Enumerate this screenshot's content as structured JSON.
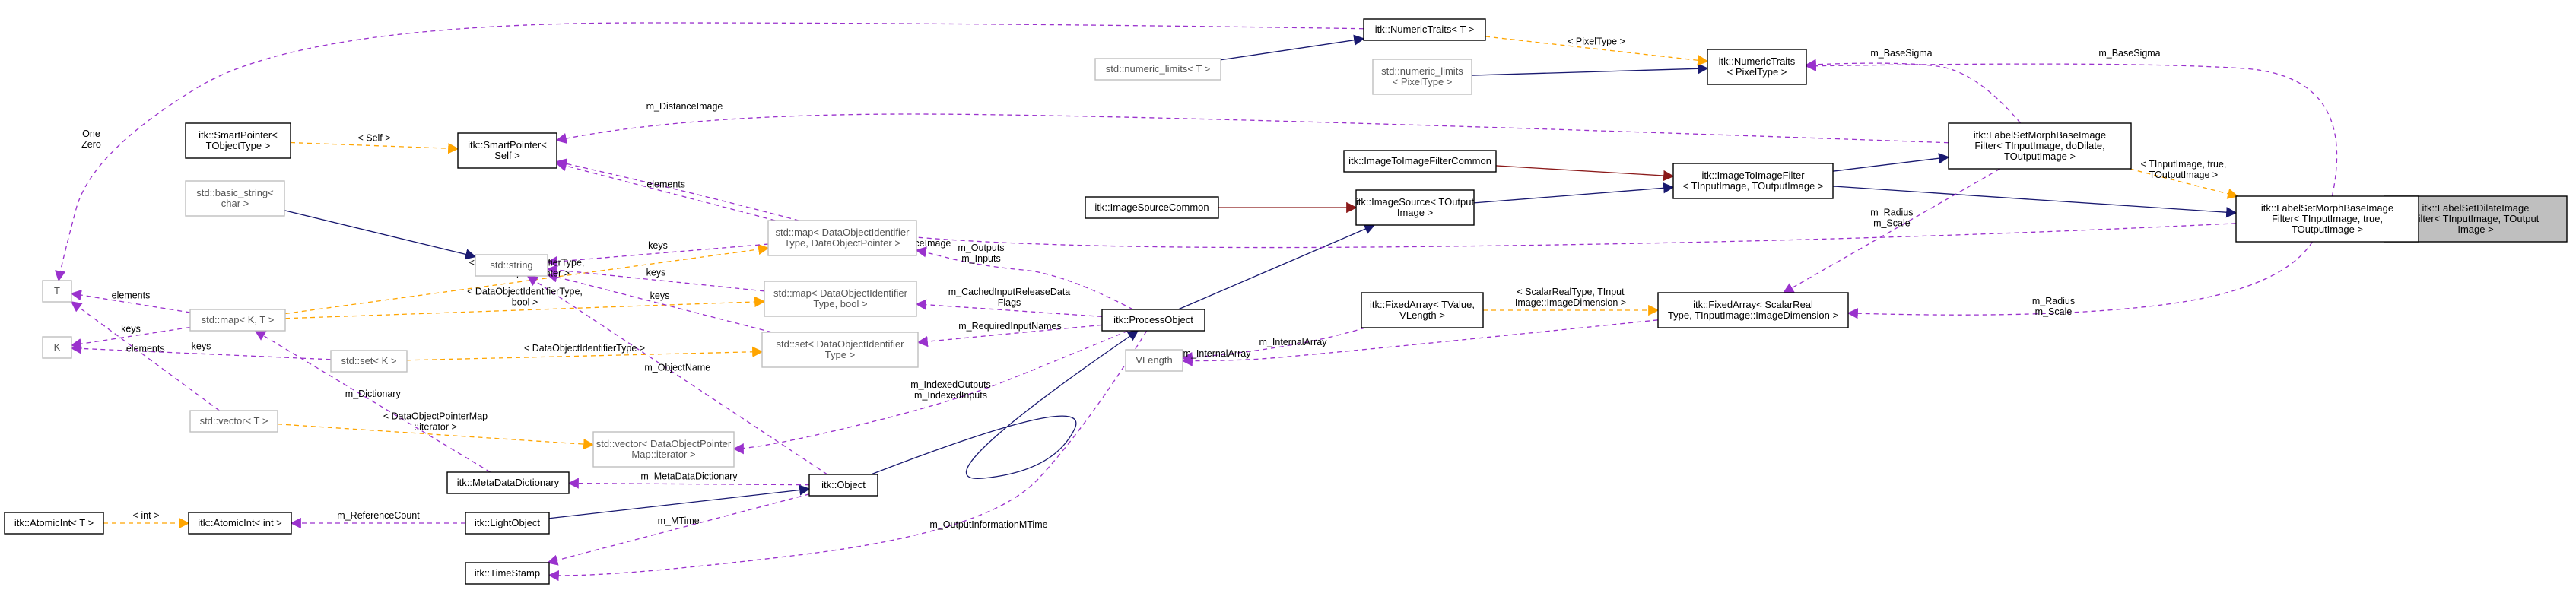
{
  "nodes": [
    {
      "id": "labelsetdilate",
      "lines": [
        "itk::LabelSetDilateImage",
        "Filter< TInputImage, TOutput",
        "Image >"
      ],
      "style": "focus"
    },
    {
      "id": "morphbase_true",
      "lines": [
        "itk::LabelSetMorphBaseImage",
        "Filter< TInputImage, true,",
        "TOutputImage >"
      ],
      "style": "solid"
    },
    {
      "id": "morphbase",
      "lines": [
        "itk::LabelSetMorphBaseImage",
        "Filter< TInputImage, doDilate,",
        "TOutputImage >"
      ],
      "style": "solid"
    },
    {
      "id": "imagetoimage",
      "lines": [
        "itk::ImageToImageFilter",
        "< TInputImage, TOutputImage >"
      ],
      "style": "solid"
    },
    {
      "id": "imagetoimagecommon",
      "lines": [
        "itk::ImageToImageFilterCommon"
      ],
      "style": "solid"
    },
    {
      "id": "imagesource",
      "lines": [
        "itk::ImageSource< TOutput",
        "Image >"
      ],
      "style": "solid"
    },
    {
      "id": "imagesourcecommon",
      "lines": [
        "itk::ImageSourceCommon"
      ],
      "style": "solid"
    },
    {
      "id": "processobject",
      "lines": [
        "itk::ProcessObject"
      ],
      "style": "solid"
    },
    {
      "id": "object",
      "lines": [
        "itk::Object"
      ],
      "style": "solid"
    },
    {
      "id": "lightobject",
      "lines": [
        "itk::LightObject"
      ],
      "style": "solid"
    },
    {
      "id": "atomicint_int",
      "lines": [
        "itk::AtomicInt< int >"
      ],
      "style": "solid"
    },
    {
      "id": "atomicint_t",
      "lines": [
        "itk::AtomicInt< T >"
      ],
      "style": "solid"
    },
    {
      "id": "timestamp",
      "lines": [
        "itk::TimeStamp"
      ],
      "style": "solid"
    },
    {
      "id": "metadatadict",
      "lines": [
        "itk::MetaDataDictionary"
      ],
      "style": "solid"
    },
    {
      "id": "smartpointer_self",
      "lines": [
        "itk::SmartPointer<",
        "Self >"
      ],
      "style": "solid"
    },
    {
      "id": "smartpointer_t",
      "lines": [
        "itk::SmartPointer<",
        "TObjectType >"
      ],
      "style": "solid"
    },
    {
      "id": "numerictraits_pixel",
      "lines": [
        "itk::NumericTraits",
        "< PixelType >"
      ],
      "style": "solid"
    },
    {
      "id": "numerictraits_t",
      "lines": [
        "itk::NumericTraits< T >"
      ],
      "style": "solid"
    },
    {
      "id": "numericlimits_t",
      "lines": [
        "std::numeric_limits< T >"
      ],
      "style": "light"
    },
    {
      "id": "numericlimits_pixel",
      "lines": [
        "std::numeric_limits",
        "< PixelType >"
      ],
      "style": "light"
    },
    {
      "id": "fixedarray_scalar",
      "lines": [
        "itk::FixedArray< ScalarReal",
        "Type, TInputImage::ImageDimension >"
      ],
      "style": "solid"
    },
    {
      "id": "fixedarray_t",
      "lines": [
        "itk::FixedArray< TValue,",
        "VLength >"
      ],
      "style": "solid"
    },
    {
      "id": "vlength",
      "lines": [
        "VLength"
      ],
      "style": "light"
    },
    {
      "id": "map_dop",
      "lines": [
        "std::map< DataObjectIdentifier",
        "Type, DataObjectPointer >"
      ],
      "style": "light"
    },
    {
      "id": "map_bool",
      "lines": [
        "std::map< DataObjectIdentifier",
        "Type, bool >"
      ],
      "style": "light"
    },
    {
      "id": "set_doi",
      "lines": [
        "std::set< DataObjectIdentifier",
        "Type >"
      ],
      "style": "light"
    },
    {
      "id": "vector_iter",
      "lines": [
        "std::vector< DataObjectPointer",
        "Map::iterator >"
      ],
      "style": "light"
    },
    {
      "id": "string",
      "lines": [
        "std::string"
      ],
      "style": "light"
    },
    {
      "id": "basicstring",
      "lines": [
        "std::basic_string<",
        "char >"
      ],
      "style": "light"
    },
    {
      "id": "map_kt",
      "lines": [
        "std::map< K, T >"
      ],
      "style": "light"
    },
    {
      "id": "set_k",
      "lines": [
        "std::set< K >"
      ],
      "style": "light"
    },
    {
      "id": "vector_t",
      "lines": [
        "std::vector< T >"
      ],
      "style": "light"
    },
    {
      "id": "T",
      "lines": [
        "T"
      ],
      "style": "light"
    },
    {
      "id": "K",
      "lines": [
        "K"
      ],
      "style": "light"
    }
  ],
  "edges": [
    {
      "from": "morphbase_true",
      "to": "labelsetdilate",
      "kind": "inherit",
      "label": []
    },
    {
      "from": "morphbase",
      "to": "morphbase_true",
      "kind": "template",
      "label": [
        "< TInputImage, true,",
        "TOutputImage >"
      ]
    },
    {
      "from": "imagetoimage",
      "to": "morphbase",
      "kind": "inherit",
      "label": []
    },
    {
      "from": "imagetoimage",
      "to": "morphbase_true",
      "kind": "inherit",
      "label": []
    },
    {
      "from": "imagetoimagecommon",
      "to": "imagetoimage",
      "kind": "protected",
      "label": []
    },
    {
      "from": "imagesource",
      "to": "imagetoimage",
      "kind": "inherit",
      "label": []
    },
    {
      "from": "imagesourcecommon",
      "to": "imagesource",
      "kind": "protected",
      "label": []
    },
    {
      "from": "processobject",
      "to": "imagesource",
      "kind": "inherit",
      "label": []
    },
    {
      "from": "object",
      "to": "processobject",
      "kind": "inherit",
      "label": []
    },
    {
      "from": "lightobject",
      "to": "object",
      "kind": "inherit",
      "label": []
    },
    {
      "from": "atomicint_t",
      "to": "atomicint_int",
      "kind": "template",
      "label": [
        "< int >"
      ]
    },
    {
      "from": "numericlimits_t",
      "to": "numerictraits_t",
      "kind": "inherit",
      "label": []
    },
    {
      "from": "numericlimits_pixel",
      "to": "numerictraits_pixel",
      "kind": "inherit",
      "label": []
    },
    {
      "from": "numerictraits_t",
      "to": "numerictraits_pixel",
      "kind": "template",
      "label": [
        "< PixelType >"
      ]
    },
    {
      "from": "smartpointer_t",
      "to": "smartpointer_self",
      "kind": "template",
      "label": [
        "< Self >"
      ]
    },
    {
      "from": "basicstring",
      "to": "string",
      "kind": "inherit",
      "label": []
    },
    {
      "from": "fixedarray_t",
      "to": "fixedarray_scalar",
      "kind": "template",
      "label": [
        "< ScalarRealType, TInput",
        "Image::ImageDimension >"
      ]
    },
    {
      "from": "map_kt",
      "to": "map_dop",
      "kind": "template",
      "label": [
        "< DataObjectIdentifierType,",
        "DataObjectPointer >"
      ]
    },
    {
      "from": "map_kt",
      "to": "map_bool",
      "kind": "template",
      "label": [
        "< DataObjectIdentifierType,",
        "bool >"
      ]
    },
    {
      "from": "set_k",
      "to": "set_doi",
      "kind": "template",
      "label": [
        "< DataObjectIdentifierType >"
      ]
    },
    {
      "from": "vector_t",
      "to": "vector_iter",
      "kind": "template",
      "label": [
        "< DataObjectPointerMap",
        "::iterator >"
      ]
    },
    {
      "from": "lightobject",
      "to": "atomicint_int",
      "kind": "member",
      "label": [
        "m_ReferenceCount"
      ]
    },
    {
      "from": "object",
      "to": "timestamp",
      "kind": "member",
      "label": [
        "m_MTime"
      ]
    },
    {
      "from": "object",
      "to": "metadatadict",
      "kind": "member",
      "label": [
        "m_MetaDataDictionary"
      ]
    },
    {
      "from": "object",
      "to": "string",
      "kind": "member",
      "label": [
        "m_ObjectName"
      ]
    },
    {
      "from": "processobject",
      "to": "timestamp",
      "kind": "member",
      "label": [
        "m_OutputInformationMTime"
      ]
    },
    {
      "from": "processobject",
      "to": "map_dop",
      "kind": "member",
      "label": [
        "m_Outputs",
        "m_Inputs"
      ]
    },
    {
      "from": "processobject",
      "to": "map_bool",
      "kind": "member",
      "label": [
        "m_CachedInputReleaseData",
        "Flags"
      ]
    },
    {
      "from": "processobject",
      "to": "set_doi",
      "kind": "member",
      "label": [
        "m_RequiredInputNames"
      ]
    },
    {
      "from": "processobject",
      "to": "vector_iter",
      "kind": "member",
      "label": [
        "m_IndexedOutputs",
        "m_IndexedInputs"
      ]
    },
    {
      "from": "map_dop",
      "to": "smartpointer_self",
      "kind": "member",
      "label": [
        "elements"
      ]
    },
    {
      "from": "map_dop",
      "to": "string",
      "kind": "member",
      "label": [
        "keys"
      ]
    },
    {
      "from": "map_bool",
      "to": "string",
      "kind": "member",
      "label": [
        "keys"
      ]
    },
    {
      "from": "set_doi",
      "to": "string",
      "kind": "member",
      "label": [
        "keys"
      ]
    },
    {
      "from": "map_kt",
      "to": "T",
      "kind": "member",
      "label": [
        "elements"
      ]
    },
    {
      "from": "map_kt",
      "to": "K",
      "kind": "member",
      "label": [
        "keys"
      ]
    },
    {
      "from": "set_k",
      "to": "K",
      "kind": "member",
      "label": [
        "keys"
      ]
    },
    {
      "from": "vector_t",
      "to": "T",
      "kind": "member",
      "label": [
        "elements"
      ]
    },
    {
      "from": "metadatadict",
      "to": "map_kt",
      "kind": "member",
      "label": [
        "m_Dictionary"
      ]
    },
    {
      "from": "numerictraits_t",
      "to": "T",
      "kind": "member",
      "label": [
        "One",
        "Zero"
      ]
    },
    {
      "from": "morphbase",
      "to": "smartpointer_self",
      "kind": "member",
      "label": [
        "m_DistanceImage"
      ]
    },
    {
      "from": "morphbase_true",
      "to": "smartpointer_self",
      "kind": "member",
      "label": [
        "m_DistanceImage"
      ]
    },
    {
      "from": "morphbase",
      "to": "numerictraits_pixel",
      "kind": "member",
      "label": [
        "m_BaseSigma"
      ]
    },
    {
      "from": "morphbase_true",
      "to": "numerictraits_pixel",
      "kind": "member",
      "label": [
        "m_BaseSigma"
      ]
    },
    {
      "from": "morphbase",
      "to": "fixedarray_scalar",
      "kind": "member",
      "label": [
        "m_Radius",
        "m_Scale"
      ]
    },
    {
      "from": "morphbase_true",
      "to": "fixedarray_scalar",
      "kind": "member",
      "label": [
        "m_Radius",
        "m_Scale"
      ]
    },
    {
      "from": "fixedarray_scalar",
      "to": "vlength",
      "kind": "member",
      "label": [
        "m_InternalArray"
      ]
    },
    {
      "from": "fixedarray_t",
      "to": "vlength",
      "kind": "member",
      "label": [
        "m_InternalArray"
      ]
    }
  ],
  "colors": {
    "inherit": "#191970",
    "protected": "#8b1a1a",
    "member": "#9a32cd",
    "template": "#ffa500",
    "focus_fill": "#bfbfbf",
    "light_border": "#bfbfbf"
  }
}
